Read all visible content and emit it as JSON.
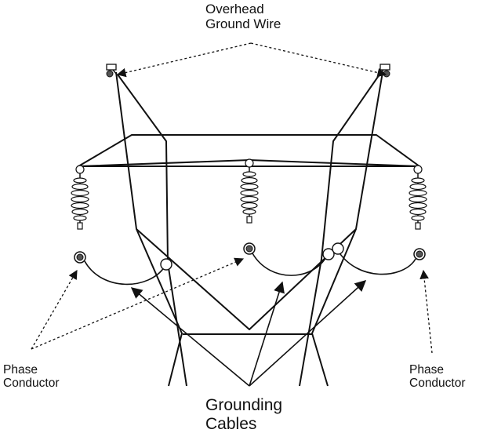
{
  "labels": {
    "overhead_ground_wire": [
      "Overhead",
      "Ground Wire"
    ],
    "phase_conductor_left": [
      "Phase",
      "Conductor"
    ],
    "phase_conductor_right": [
      "Phase",
      "Conductor"
    ],
    "grounding_cables": [
      "Grounding",
      "Cables"
    ]
  },
  "colors": {
    "line": "#111111",
    "insulator_fill": "#ffffff",
    "conductor_fill": "#555555",
    "background": "#ffffff"
  },
  "icons": {
    "ground_wire_clamp": "clamp-icon",
    "insulator": "insulator-string-icon",
    "conductor": "conductor-icon"
  }
}
